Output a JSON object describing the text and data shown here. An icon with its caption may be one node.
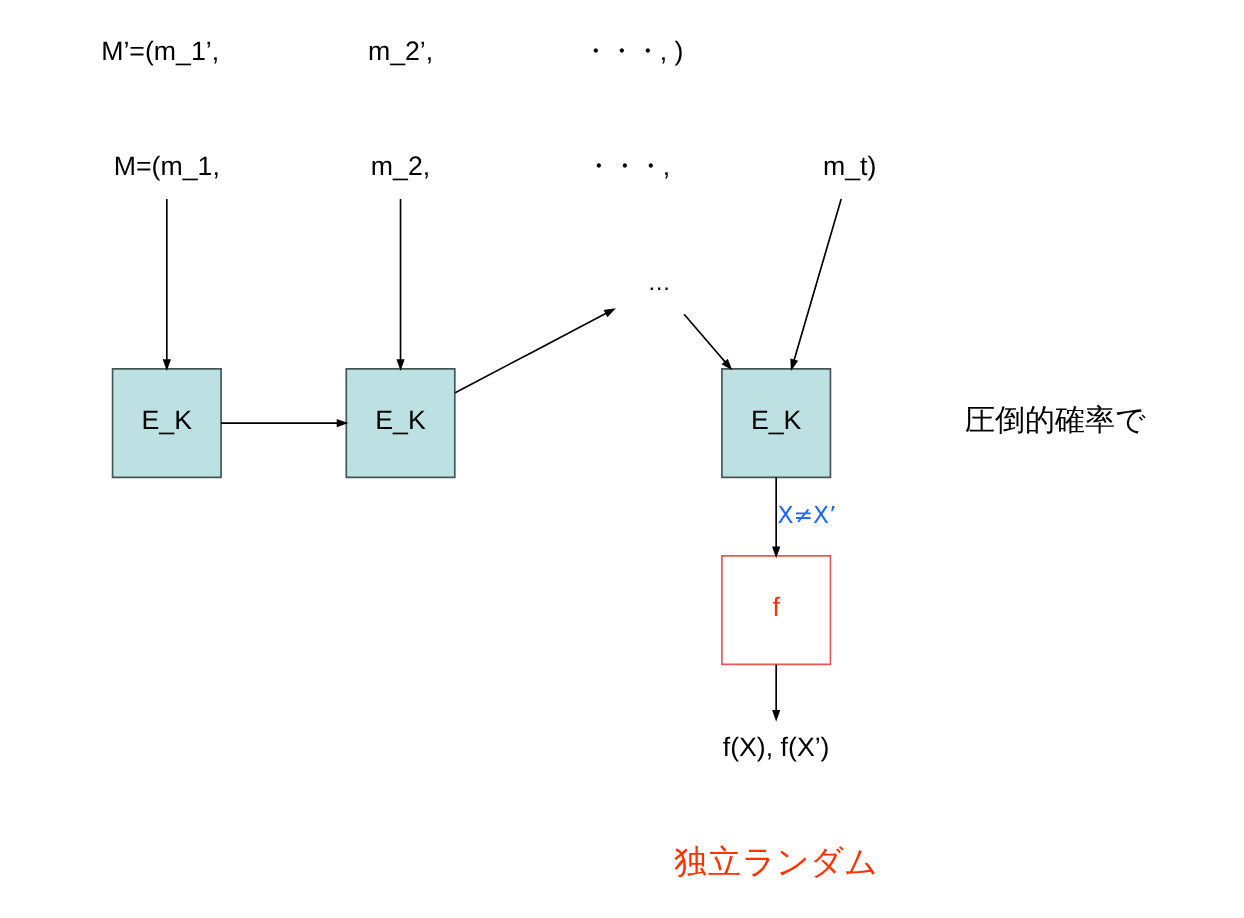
{
  "diagram": {
    "nodes": [
      {
        "text": [
          "M=(m_1,"
        ]
      },
      {
        "text": [
          "m_2,"
        ]
      },
      {
        "text": [
          "m_t)"
        ]
      },
      {
        "text": [
          "E_K"
        ]
      },
      {
        "text": [
          "E_K"
        ]
      },
      {
        "text": [
          "E_K"
        ]
      },
      {
        "text": [
          "…"
        ]
      },
      {
        "text": [
          "f"
        ]
      },
      {
        "text": [
          "f(X), f(X’)"
        ]
      }
    ],
    "edges": [
      {
        "from": 0,
        "to": 3,
        "arrow": "to"
      },
      {
        "from": 3,
        "to": 4,
        "arrow": "to"
      },
      {
        "from": 1,
        "to": 4,
        "arrow": "to"
      },
      {
        "from": 4,
        "to": 6,
        "arrow": "to"
      },
      {
        "from": 6,
        "to": 5,
        "arrow": "to"
      },
      {
        "from": 2,
        "to": 5,
        "arrow": "to"
      },
      {
        "from": 5,
        "to": 7,
        "arrow": "to",
        "label": "X≠X’"
      },
      {
        "from": 7,
        "to": 8,
        "arrow": "to"
      }
    ],
    "labels": [
      "M’=(m_1’,",
      "m_2’,",
      "・・・, )",
      "・・・,",
      "圧倒的確率で",
      "独立ランダム"
    ]
  }
}
